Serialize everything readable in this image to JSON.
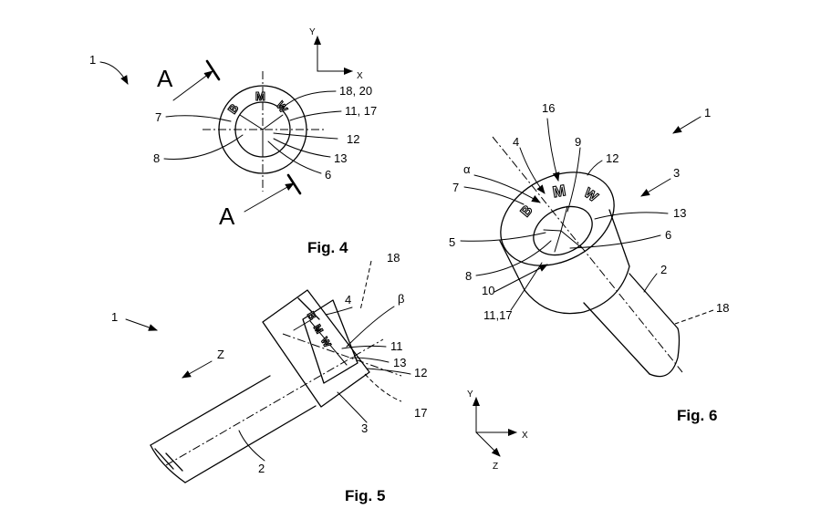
{
  "figures": {
    "fig4": {
      "caption": "Fig. 4",
      "refs": [
        "1",
        "7",
        "8",
        "18, 20",
        "11, 17",
        "12",
        "13",
        "6"
      ],
      "section": [
        "A",
        "A"
      ],
      "axes": [
        "Y",
        "X"
      ],
      "logo": [
        "B",
        "M",
        "W"
      ]
    },
    "fig5": {
      "caption": "Fig. 5",
      "refs": [
        "1",
        "18",
        "4",
        "β",
        "11",
        "13",
        "12",
        "3",
        "17",
        "2"
      ],
      "axes": [
        "Z"
      ],
      "logo": [
        "B",
        "M",
        "W"
      ]
    },
    "fig6": {
      "caption": "Fig. 6",
      "refs": [
        "1",
        "16",
        "4",
        "9",
        "12",
        "3",
        "α",
        "7",
        "13",
        "5",
        "6",
        "8",
        "10",
        "11,17",
        "2",
        "18"
      ],
      "axes": [
        "Y",
        "X",
        "Z"
      ],
      "logo": [
        "B",
        "M",
        "W"
      ]
    }
  }
}
